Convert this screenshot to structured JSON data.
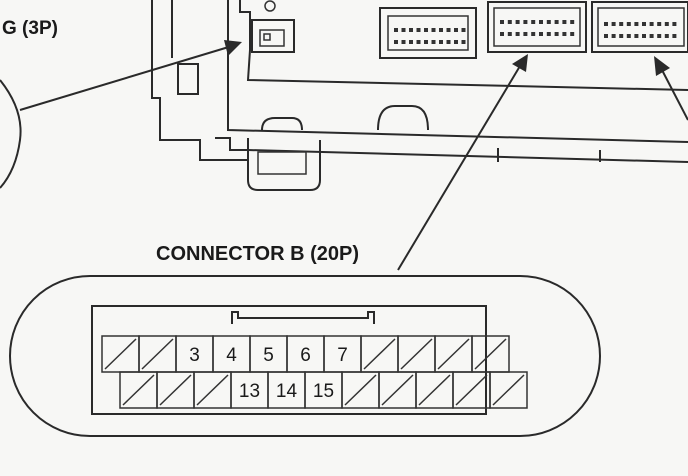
{
  "labels": {
    "left_connector": "G (3P)",
    "connector_b": "CONNECTOR B (20P)"
  },
  "connector_b": {
    "top_row": [
      "",
      "",
      "3",
      "4",
      "5",
      "6",
      "7",
      "",
      "",
      "",
      ""
    ],
    "bottom_row": [
      "",
      "",
      "",
      "13",
      "14",
      "15",
      "",
      "",
      "",
      "",
      ""
    ]
  },
  "colors": {
    "line": "#2a2a2a",
    "background": "#f7f7f5"
  }
}
